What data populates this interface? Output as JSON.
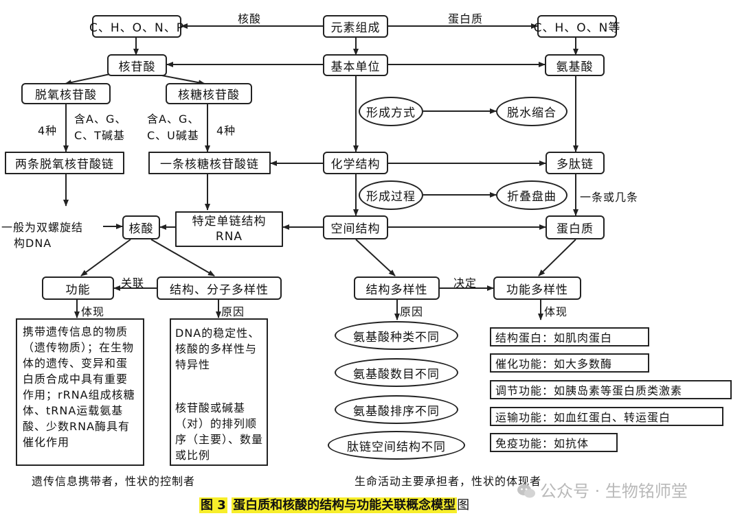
{
  "nodes": {
    "elements_nucleic": "C、H、O、N、P",
    "element_composition": "元素组成",
    "elements_protein": "C、H、O、N等",
    "nucleotide": "核苷酸",
    "basic_unit": "基本单位",
    "amino_acid": "氨基酸",
    "deoxynucleotide": "脱氧核苷酸",
    "ribonucleotide": "核糖核苷酸",
    "formation_mode": "形成方式",
    "dehydration": "脱水缩合",
    "two_deoxy_chains": "两条脱氧核苷酸链",
    "one_ribo_chain": "一条核糖核苷酸链",
    "chemical_structure": "化学结构",
    "polypeptide": "多肽链",
    "formation_process": "形成过程",
    "folding": "折叠盘曲",
    "nucleic_acid": "核酸",
    "rna_line1": "特定单链结构",
    "rna_line2": "RNA",
    "spatial_structure": "空间结构",
    "protein": "蛋白质",
    "function": "功能",
    "structure_diversity_na": "结构、分子多样性",
    "structure_diversity_p": "结构多样性",
    "function_diversity": "功能多样性",
    "aa_type": "氨基酸种类不同",
    "aa_number": "氨基酸数目不同",
    "aa_order": "氨基酸排序不同",
    "peptide_spatial": "肽链空间结构不同"
  },
  "labels": {
    "nucleic_acid_edge": "核酸",
    "protein_edge": "蛋白质",
    "four_kinds_left": "4种",
    "bases_atgc_1": "含A、G、",
    "bases_atgc_2": "C、T碱基",
    "bases_augc_1": "含A、G、",
    "bases_augc_2": "C、U碱基",
    "four_kinds_right": "4种",
    "dna_note_1": "一般为双螺旋结",
    "dna_note_2": "构DNA",
    "one_or_more": "一条或几条",
    "related": "关联",
    "embody_left": "体现",
    "reason_left": "原因",
    "decides": "决定",
    "reason_right": "原因",
    "embody_right": "体现",
    "bottom_left": "遗传信息携带者，性状的控制者",
    "bottom_right": "生命活动主要承担者，性状的体现者"
  },
  "paragraphs": {
    "function_desc": "携带遗传信息的物质（遗传物质）；在生物体的遗传、变异和蛋白质合成中具有重要作用；rRNA组成核糖体、tRNA运载氨基酸、少数RNA酶具有催化作用",
    "dna_top": "DNA的稳定性、核酸的多样性与特异性",
    "dna_bottom": "核苷酸或碱基（对）的排列顺序（主要）、数量或比例"
  },
  "functions": [
    "结构蛋白：如肌肉蛋白",
    "催化功能：如大多数酶",
    "调节功能：如胰岛素等蛋白质类激素",
    "运输功能：如血红蛋白、转运蛋白",
    "免疫功能：如抗体"
  ],
  "caption": {
    "prefix": "图 3",
    "title": "蛋白质和核酸的结构与功能关联概念模型",
    "suffix": "图"
  },
  "watermark": "公众号 · 生物铭师堂",
  "colors": {
    "line": "#222222",
    "caption_highlight": "#f7ee2a",
    "watermark": "#b9b9b9"
  }
}
